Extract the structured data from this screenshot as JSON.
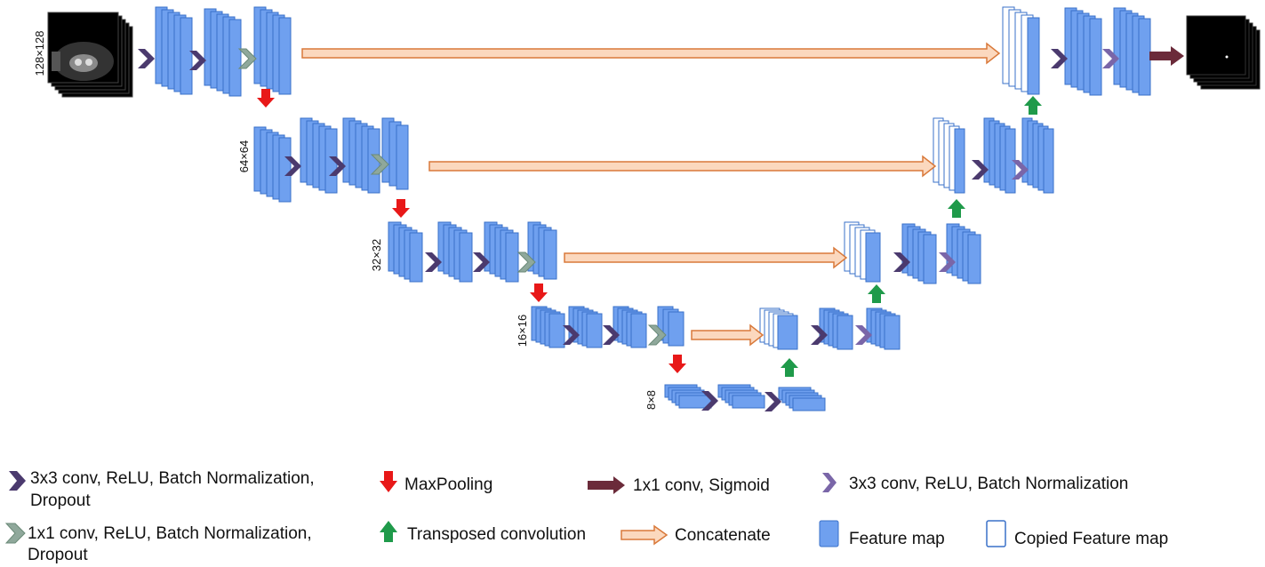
{
  "colors": {
    "feature_fill": "#6fa0ef",
    "feature_stroke": "#3a70c8",
    "copied_fill": "#ffffff",
    "conv_dropout": "#4b3a6e",
    "conv_1x1_dropout": "#8fa89b",
    "conv_plain": "#7a66a8",
    "sigmoid": "#6b2b3a",
    "maxpool": "#e81818",
    "upconv": "#1f9a4a",
    "concat_fill": "#fbd8be",
    "concat_stroke": "#d9793a"
  },
  "diagram": {
    "resolutions": [
      "128×128",
      "64×64",
      "32×32",
      "16×16",
      "8×8"
    ],
    "input_image": "ct-scan-slice",
    "output_image": "segmentation-mask"
  },
  "legend": {
    "conv_dropout": "3x3 conv,  ReLU, Batch Normalization,",
    "conv_dropout_2": "Dropout",
    "maxpool": "MaxPooling",
    "sigmoid": "1x1 conv, Sigmoid",
    "conv_plain": "3x3 conv,  ReLU, Batch Normalization",
    "conv_1x1": "1x1 conv,  ReLU, Batch Normalization,",
    "conv_1x1_2": "Dropout",
    "upconv": "Transposed convolution",
    "concat": "Concatenate",
    "feature_map": "Feature map",
    "copied_feature_map": "Copied Feature map"
  }
}
